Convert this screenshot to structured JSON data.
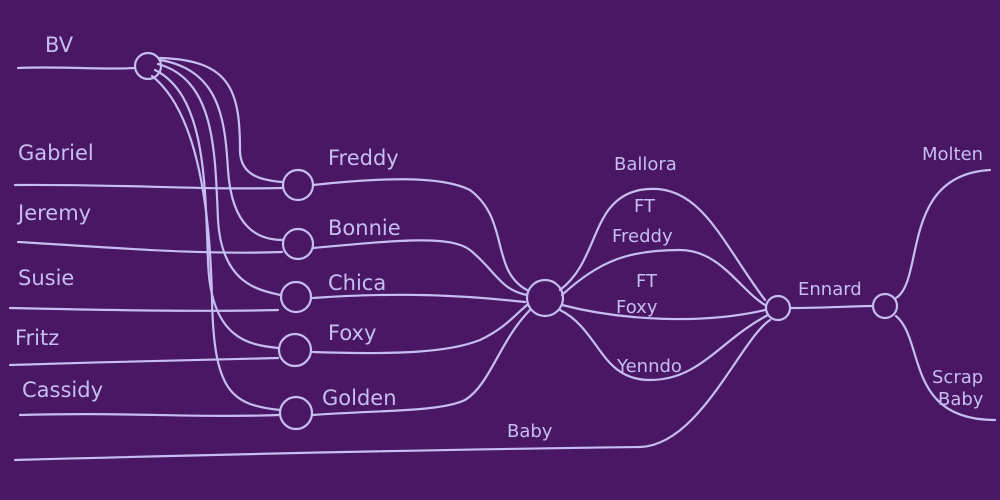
{
  "colors": {
    "background": "#4a1764",
    "ink": "#c6bdf2"
  },
  "labels": {
    "bv": "BV",
    "gabriel": "Gabriel",
    "jeremy": "Jeremy",
    "susie": "Susie",
    "fritz": "Fritz",
    "cassidy": "Cassidy",
    "freddy": "Freddy",
    "bonnie": "Bonnie",
    "chica": "Chica",
    "foxy": "Foxy",
    "golden": "Golden",
    "ballora": "Ballora",
    "ft": "FT",
    "ft_freddy": "Freddy",
    "ft2": "FT",
    "ft_foxy": "Foxy",
    "yenndo": "Yenndo",
    "baby": "Baby",
    "ennard": "Ennard",
    "molten": "Molten",
    "scrap": "Scrap",
    "scrap_baby": "Baby"
  }
}
